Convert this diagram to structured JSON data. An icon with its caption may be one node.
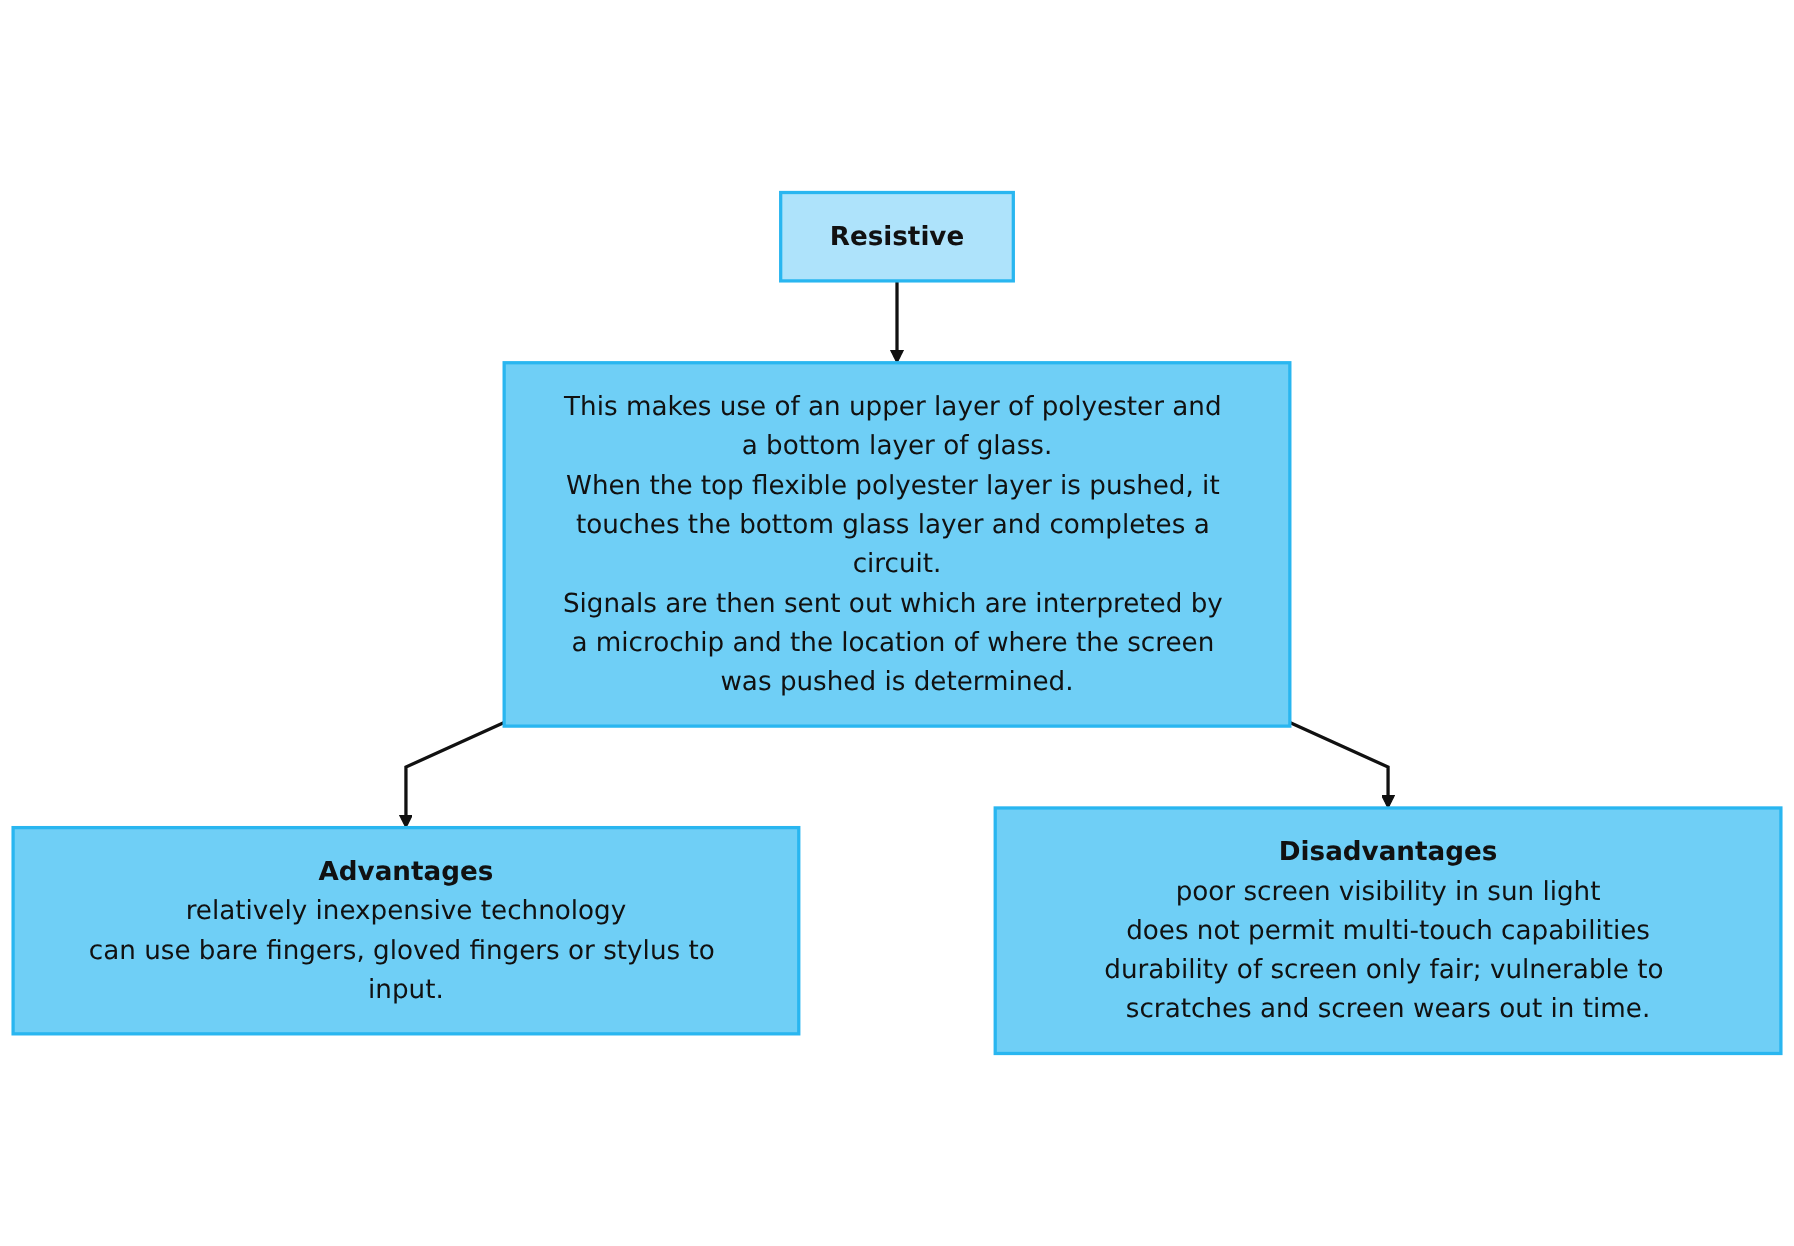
{
  "diagram": {
    "nodes": [
      {
        "text": [
          "Resistive"
        ]
      },
      {
        "text": [
          "This makes use of an upper layer of polyester and a bottom layer of glass.",
          "When the top flexible polyester layer is pushed, it touches the bottom glass layer and completes a circuit.",
          "Signals are then sent out which are interpreted by a microchip and the location of where the screen was pushed is determined."
        ]
      },
      {
        "text": [
          "Advantages",
          "relatively inexpensive technology",
          "can use bare fingers, gloved fingers or stylus to input."
        ]
      },
      {
        "text": [
          "Disadvantages",
          "poor screen visibility in sun light",
          "does not permit multi-touch capabilities",
          "durability of screen only fair; vulnerable to scratches and screen wears out in time."
        ]
      }
    ],
    "edges": [
      {
        "from": 0,
        "to": 1,
        "arrow": "to"
      },
      {
        "from": 1,
        "to": 2,
        "arrow": "to"
      },
      {
        "from": 1,
        "to": 3,
        "arrow": "to"
      }
    ]
  }
}
